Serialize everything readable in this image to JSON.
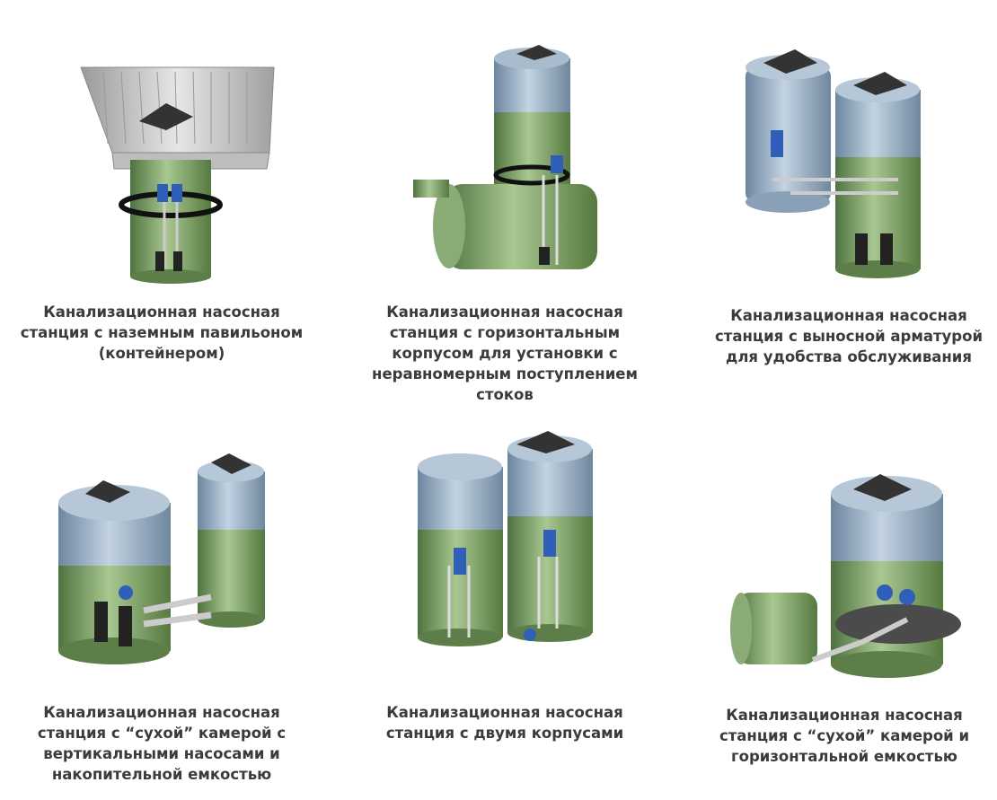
{
  "items": [
    {
      "caption": "Канализационная насосная\nстанция с наземным павильоном\n(контейнером)",
      "image": "pump-station-with-ground-pavilion"
    },
    {
      "caption": "Канализационная насосная\nстанция с горизонтальным\nкорпусом для установки с\nнеравномерным поступлением\nстоков",
      "image": "pump-station-with-horizontal-body"
    },
    {
      "caption": "Канализационная насосная\nстанция с выносной арматурой\nдля удобства обслуживания",
      "image": "pump-station-with-external-fittings"
    },
    {
      "caption": "Канализационная насосная\nстанция с “сухой” камерой с\nвертикальными насосами и\nнакопительной емкостью",
      "image": "pump-station-dry-chamber-vertical"
    },
    {
      "caption": "Канализационная насосная\nстанция с двумя корпусами",
      "image": "pump-station-two-bodies"
    },
    {
      "caption": "Канализационная насосная\nстанция с “сухой” камерой и\nгоризонтальной емкостью",
      "image": "pump-station-dry-chamber-horizontal"
    }
  ],
  "colors": {
    "tank_green": "#7fa06a",
    "lid_blue": "#8ea6bd",
    "pump_blue": "#2f5fb8",
    "text": "#3b3b3b"
  }
}
